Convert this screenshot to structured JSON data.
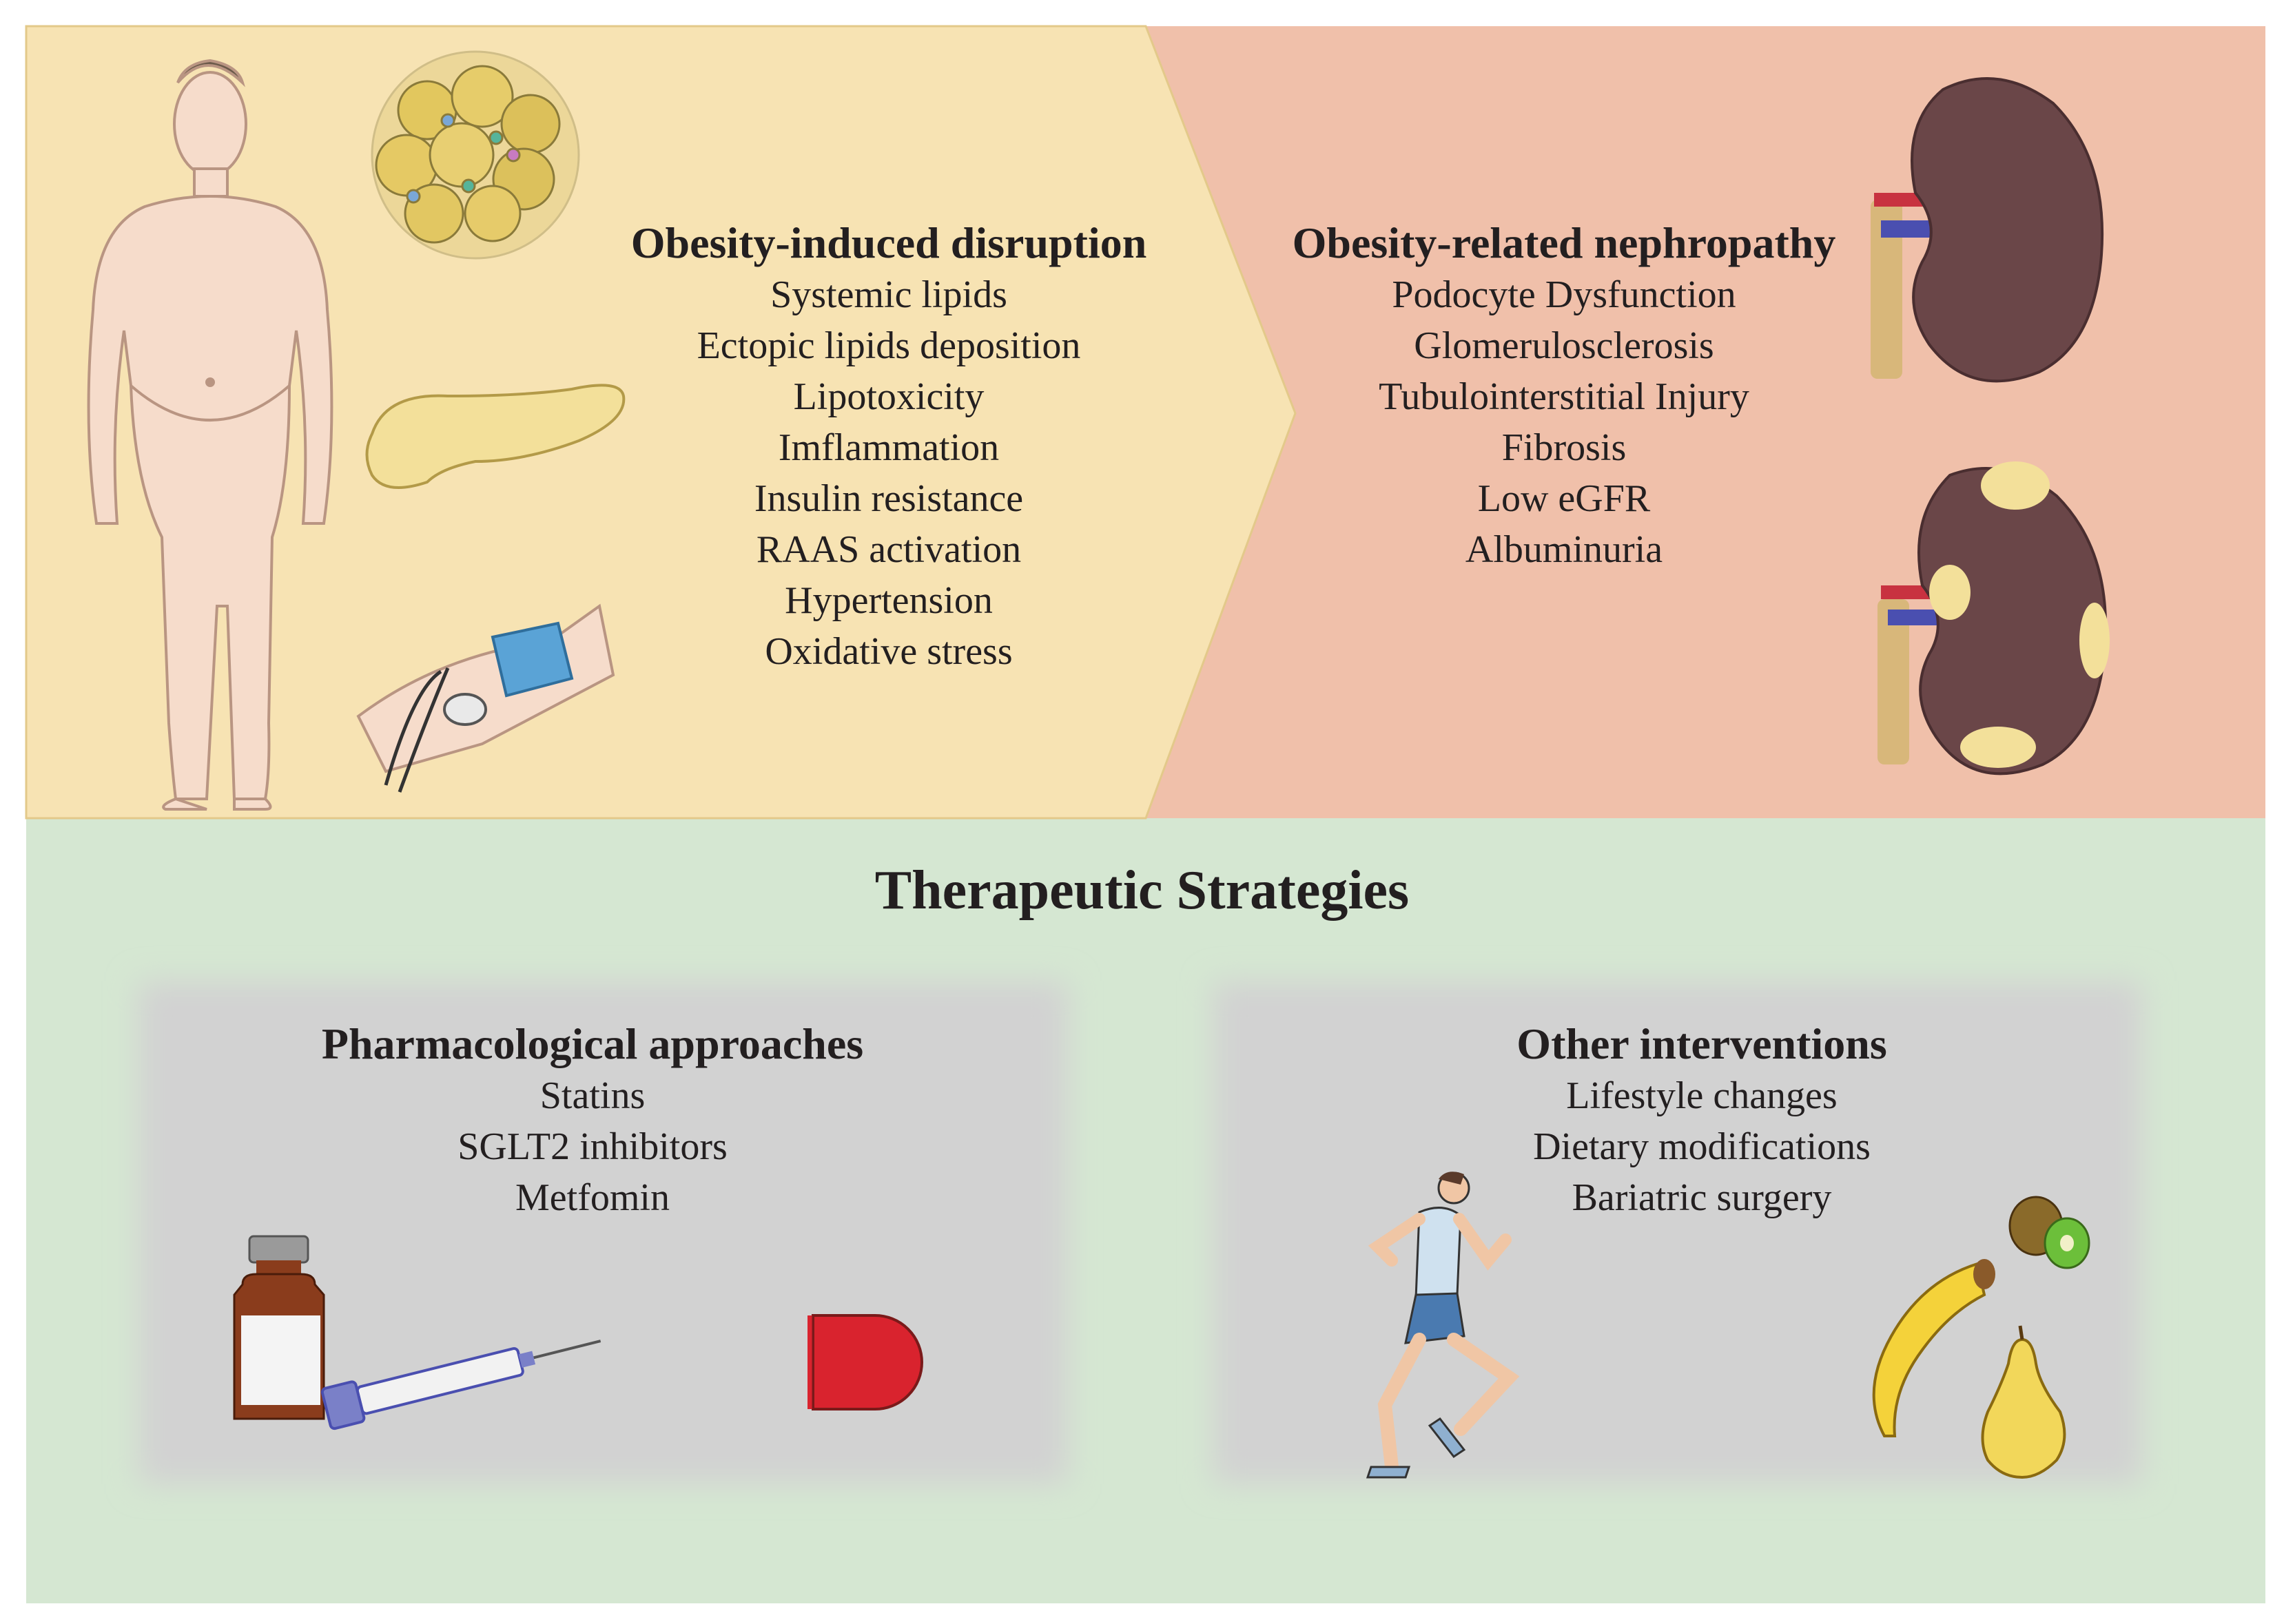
{
  "top_left": {
    "title": "Obesity-induced disruption",
    "items": [
      "Systemic lipids",
      "Ectopic lipids deposition",
      "Lipotoxicity",
      "Imflammation",
      "Insulin resistance",
      "RAAS activation",
      "Hypertension",
      "Oxidative stress"
    ],
    "background": "#f7e3b3"
  },
  "top_right": {
    "title": "Obesity-related nephropathy",
    "items": [
      "Podocyte Dysfunction",
      "Glomerulosclerosis",
      "Tubulointerstitial Injury",
      "Fibrosis",
      "Low eGFR",
      "Albuminuria"
    ],
    "background": "#f0c0aa"
  },
  "bottom": {
    "title": "Therapeutic Strategies",
    "background": "#d5e7d2",
    "pharmacological": {
      "title": "Pharmacological approaches",
      "items": [
        "Statins",
        "SGLT2 inhibitors",
        "Metfomin"
      ]
    },
    "other": {
      "title": "Other interventions",
      "items": [
        "Lifestyle changes",
        "Dietary modifications",
        "Bariatric surgery"
      ]
    },
    "box_color": "#d3d3d3"
  },
  "icons": [
    "obese-man-icon",
    "adipose-tissue-icon",
    "pancreas-icon",
    "blood-pressure-cuff-icon",
    "healthy-kidney-icon",
    "damaged-kidney-icon",
    "medicine-vial-icon",
    "syringe-icon",
    "capsule-pill-icon",
    "runner-icon",
    "banana-icon",
    "kiwi-icon",
    "pear-icon"
  ]
}
